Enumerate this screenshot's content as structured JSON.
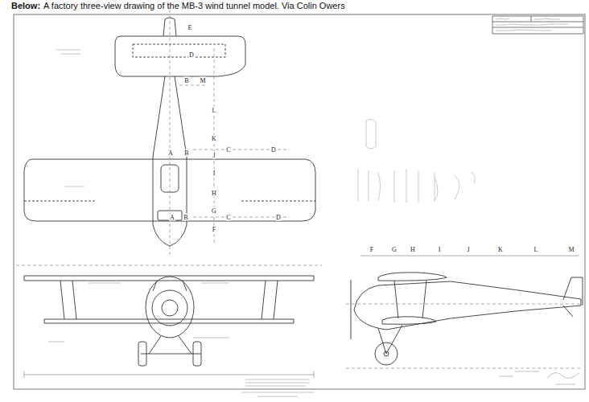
{
  "diagram": {
    "title": "Below:",
    "caption": "A factory three-view drawing of the MB-3 wind tunnel model. Via Colin Owers",
    "labels": [
      "E",
      "D",
      "B",
      "M",
      "L",
      "K",
      "J",
      "C",
      "D",
      "A",
      "B",
      "I",
      "H",
      "A",
      "B",
      "C",
      "D",
      "G",
      "F",
      "F",
      "G",
      "H",
      "I",
      "J",
      "K",
      "L",
      "M"
    ]
  }
}
